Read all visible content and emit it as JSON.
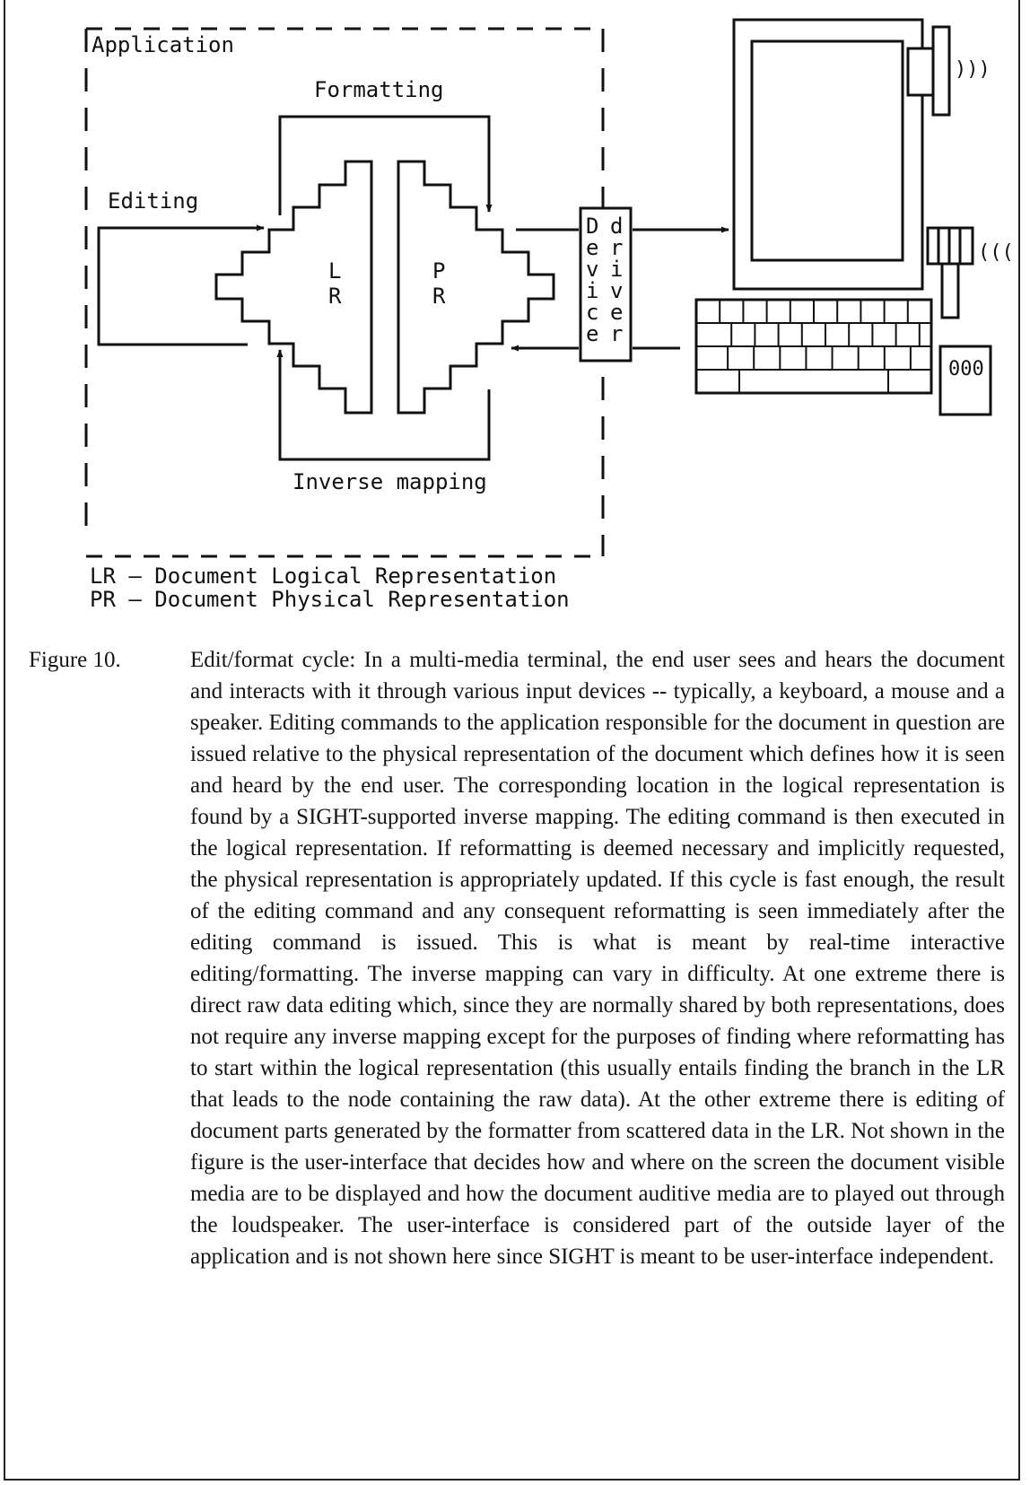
{
  "diagram": {
    "application_label": "Application",
    "formatting_label": "Formatting",
    "editing_label": "Editing",
    "inverse_mapping_label": "Inverse mapping",
    "lr_letters": [
      "L",
      "R"
    ],
    "pr_letters": [
      "P",
      "R"
    ],
    "device_letters": [
      "D",
      "e",
      "v",
      "i",
      "c",
      "e"
    ],
    "driver_letters": [
      "d",
      "r",
      "i",
      "v",
      "e",
      "r"
    ],
    "mouse_label": "000",
    "speaker_sound": ")))",
    "mic_sound": "(((",
    "legend": [
      "LR – Document Logical Representation",
      "PR – Document Physical Representation"
    ]
  },
  "caption": {
    "label": "Figure 10.",
    "text": "Edit/format cycle: In a multi-media terminal, the end user sees and hears the document and interacts with it through various input devices -- typically, a keyboard, a mouse and a speaker. Editing commands to the application responsible for the document in question are issued relative to the physical representation of the document which defines how it is seen and heard by the end user. The corresponding location in the logical representation is found by a SIGHT-supported inverse mapping. The editing command is then executed in the logical representation. If reformatting is deemed necessary and implicitly requested, the physical representation is appropriately updated. If this cycle is fast enough, the result of the editing command and any consequent reformatting is seen immediately after the editing command is issued. This is what is meant by real-time interactive editing/formatting. The inverse mapping can vary in difficulty. At one extreme there is direct raw data editing which, since they are normally shared by both representations, does not require any inverse mapping except for the purposes of finding where reformatting has to start within the logical representation (this usually entails finding the branch in the LR that leads to the node containing the raw data). At the other extreme there is editing of document parts generated by the formatter from scattered data in the LR. Not shown in the figure is the user-interface that decides how and where on the screen the document visible media are to be displayed and how the document auditive media are to played out through the loudspeaker. The user-interface is considered part of the outside layer of the application and is not shown here since SIGHT is meant to be user-interface independent."
  }
}
